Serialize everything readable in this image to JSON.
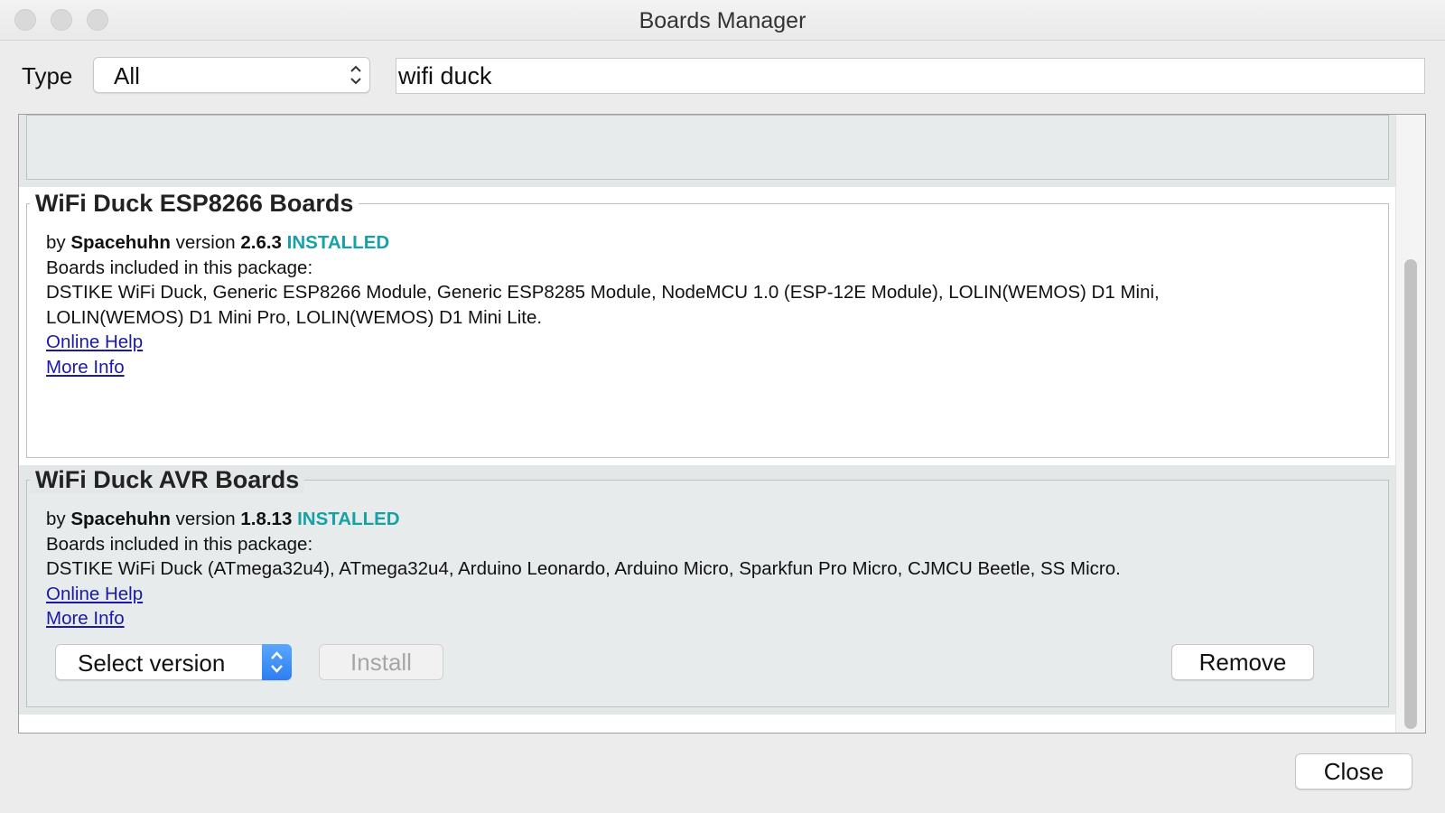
{
  "window": {
    "title": "Boards Manager"
  },
  "filter": {
    "type_label": "Type",
    "type_value": "All",
    "search_value": "wifi duck"
  },
  "entries": [
    {
      "title": "",
      "by_label": "",
      "author": "",
      "version_label": "",
      "version": "",
      "status": "",
      "boards_label": "",
      "boards_line1": "",
      "boards_line2": ""
    },
    {
      "title": "WiFi Duck ESP8266 Boards",
      "by_label": "by",
      "author": "Spacehuhn",
      "version_label": "version",
      "version": "2.6.3",
      "status": "INSTALLED",
      "boards_label": "Boards included in this package:",
      "boards_line1": "DSTIKE WiFi Duck, Generic ESP8266 Module, Generic ESP8285 Module, NodeMCU 1.0 (ESP-12E Module), LOLIN(WEMOS) D1 Mini,",
      "boards_line2": "LOLIN(WEMOS) D1 Mini Pro, LOLIN(WEMOS) D1 Mini Lite.",
      "online_help": "Online Help",
      "more_info": "More Info"
    },
    {
      "title": "WiFi Duck AVR Boards",
      "by_label": "by",
      "author": "Spacehuhn",
      "version_label": "version",
      "version": "1.8.13",
      "status": "INSTALLED",
      "boards_label": "Boards included in this package:",
      "boards_line1": "DSTIKE WiFi Duck (ATmega32u4), ATmega32u4, Arduino Leonardo, Arduino Micro, Sparkfun Pro Micro, CJMCU Beetle, SS Micro.",
      "online_help": "Online Help",
      "more_info": "More Info",
      "select_version": "Select version",
      "install": "Install",
      "remove": "Remove"
    }
  ],
  "footer": {
    "close": "Close"
  },
  "colors": {
    "installed": "#17a1a5",
    "link": "#1a1aa6",
    "selected_row": "#e3e7e8"
  }
}
